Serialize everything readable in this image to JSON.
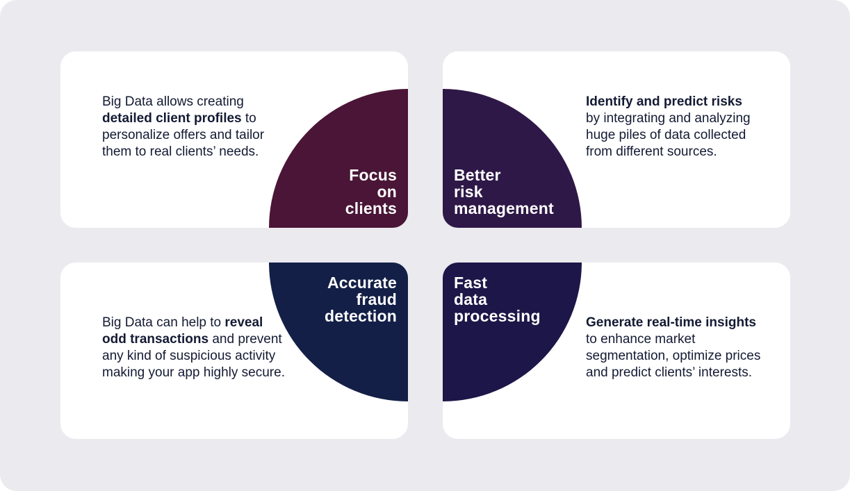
{
  "colors": {
    "background": "#ebeaef",
    "card": "#ffffff",
    "text": "#131a33",
    "focus_on_clients": "#4a1536",
    "better_risk_management": "#2e1847",
    "accurate_fraud_detection": "#131f46",
    "fast_data_processing": "#1d1648"
  },
  "cards": [
    {
      "title_lines": [
        "Focus",
        "on",
        "clients"
      ],
      "desc_before": "Big Data allows creating ",
      "desc_bold": "detailed client profiles",
      "desc_after": " to personalize offers and tailor them to real clients’ needs."
    },
    {
      "title_lines": [
        "Better",
        "risk",
        "management"
      ],
      "desc_before": "",
      "desc_bold": "Identify and predict risks",
      "desc_after": " by integrating and analyzing huge piles of data collected from different sources."
    },
    {
      "title_lines": [
        "Accurate",
        "fraud",
        "detection"
      ],
      "desc_before": "Big Data can help to ",
      "desc_bold": "reveal odd transactions",
      "desc_after": " and prevent any kind of suspicious activity making your app highly secure."
    },
    {
      "title_lines": [
        "Fast",
        "data",
        "processing"
      ],
      "desc_before": "",
      "desc_bold": "Generate real-time insights",
      "desc_after": " to enhance market segmentation, optimize prices and predict clients’ interests."
    }
  ]
}
